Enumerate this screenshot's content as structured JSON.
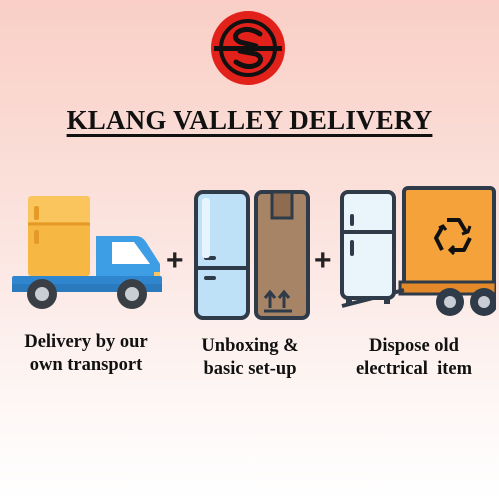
{
  "title": "KLANG VALLEY DELIVERY",
  "icons": {
    "logo": "brand-logo-icon",
    "truck": "delivery-truck-icon",
    "fridge": "refrigerator-icon",
    "box": "cardboard-box-icon",
    "recycle": "recycle-icon"
  },
  "colors": {
    "brand_red": "#e3211b",
    "truck_blue": "#3d9ee6",
    "box_brown": "#a88466",
    "cargo_orange": "#f6a23a"
  },
  "operators": [
    "+",
    "+"
  ],
  "steps": [
    {
      "line1": "Delivery by our",
      "line2": "own transport"
    },
    {
      "line1": "Unboxing &",
      "line2": "basic set-up"
    },
    {
      "line1": "Dispose old",
      "line2": "electrical  item"
    }
  ]
}
